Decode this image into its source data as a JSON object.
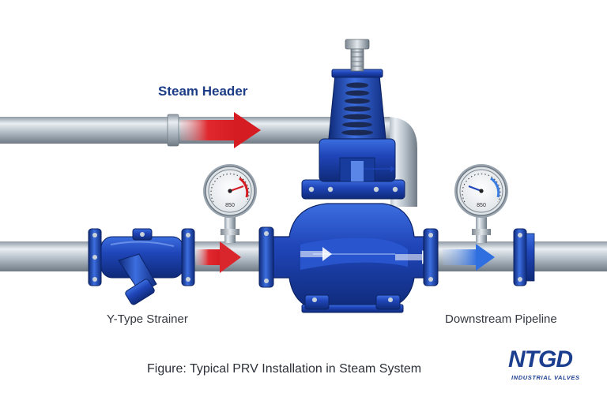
{
  "labels": {
    "steam_header": "Steam Header",
    "strainer": "Y-Type Strainer",
    "downstream": "Downstream Pipeline",
    "caption": "Figure: Typical PRV Installation in Steam System"
  },
  "gauges": {
    "upstream_reading": "850",
    "downstream_reading": "850"
  },
  "logo": {
    "brand": "NTGD",
    "tagline": "INDUSTRIAL VALVES"
  },
  "colors": {
    "valve_blue": "#1f45b8",
    "pipe_steel": "#b9c3cc",
    "hot_flow": "#e0282e",
    "cool_flow": "#3a7be0",
    "brand_blue": "#1b3e8f"
  }
}
